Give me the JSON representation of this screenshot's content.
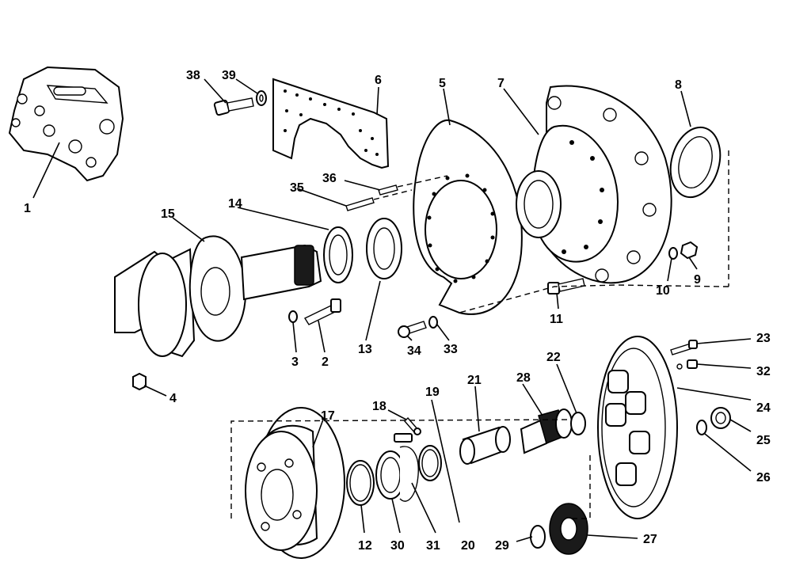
{
  "labels": {
    "c1": "1",
    "c2": "2",
    "c3": "3",
    "c4": "4",
    "c5": "5",
    "c6": "6",
    "c7": "7",
    "c8": "8",
    "c9": "9",
    "c10": "10",
    "c11": "11",
    "c12": "12",
    "c13": "13",
    "c14": "14",
    "c15": "15",
    "c17": "17",
    "c18": "18",
    "c19": "19",
    "c20": "20",
    "c21": "21",
    "c22": "22",
    "c23": "23",
    "c24": "24",
    "c25": "25",
    "c26": "26",
    "c27": "27",
    "c28": "28",
    "c29": "29",
    "c30": "30",
    "c31": "31",
    "c32": "32",
    "c33": "33",
    "c34": "34",
    "c35": "35",
    "c36": "36",
    "c38": "38",
    "c39": "39"
  }
}
